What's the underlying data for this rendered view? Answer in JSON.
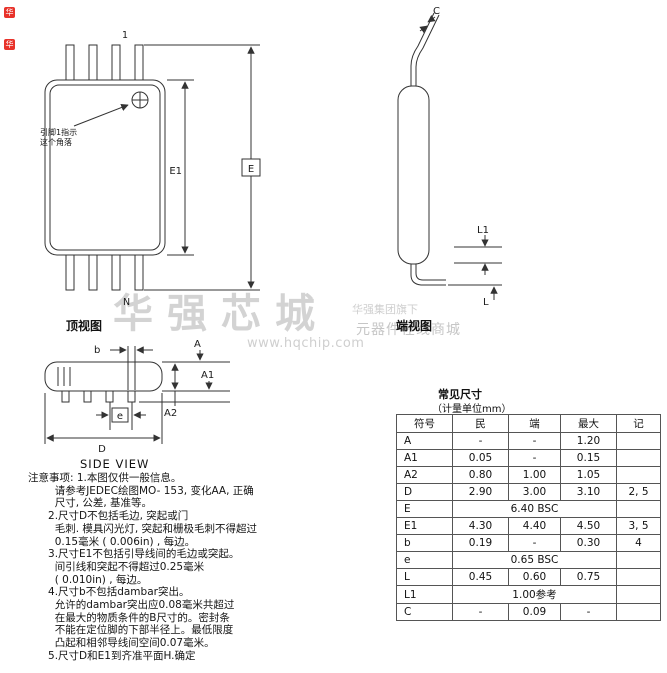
{
  "brand": {
    "logo_char": "华",
    "watermark_title": "华强芯城",
    "watermark_url": "www.hqchip.com",
    "watermark_right_top": "华强集团旗下",
    "watermark_right_bottom": "元器件在线商城",
    "accent_red": "#e8322a",
    "watermark_gray": "#c9c9c9"
  },
  "top_view": {
    "caption": "顶视图",
    "pin_first": "1",
    "pin_last": "N",
    "dim_E1": "E1",
    "dim_E": "E",
    "pin1_note_line1": "引脚1指示",
    "pin1_note_line2": "这个角落"
  },
  "end_view": {
    "caption": "端视图",
    "dim_C": "C",
    "dim_L1": "L1",
    "dim_L": "L"
  },
  "side_view": {
    "caption": "SIDE VIEW",
    "dim_b": "b",
    "dim_A": "A",
    "dim_A1": "A1",
    "dim_A2": "A2",
    "dim_e": "e",
    "dim_D": "D"
  },
  "table": {
    "title": "常见尺寸",
    "subtitle": "（计量单位mm）",
    "headers": [
      "符号",
      "民",
      "端",
      "最大",
      "记"
    ],
    "rows": [
      {
        "symbol": "A",
        "min": "-",
        "typ": "-",
        "max": "1.20",
        "note": ""
      },
      {
        "symbol": "A1",
        "min": "0.05",
        "typ": "-",
        "max": "0.15",
        "note": ""
      },
      {
        "symbol": "A2",
        "min": "0.80",
        "typ": "1.00",
        "max": "1.05",
        "note": ""
      },
      {
        "symbol": "D",
        "min": "2.90",
        "typ": "3.00",
        "max": "3.10",
        "note": "2, 5"
      },
      {
        "symbol": "E",
        "span": "6.40 BSC",
        "note": ""
      },
      {
        "symbol": "E1",
        "min": "4.30",
        "typ": "4.40",
        "max": "4.50",
        "note": "3, 5"
      },
      {
        "symbol": "b",
        "min": "0.19",
        "typ": "-",
        "max": "0.30",
        "note": "4"
      },
      {
        "symbol": "e",
        "span": "0.65 BSC",
        "note": ""
      },
      {
        "symbol": "L",
        "min": "0.45",
        "typ": "0.60",
        "max": "0.75",
        "note": ""
      },
      {
        "symbol": "L1",
        "span": "1.00参考",
        "note": ""
      },
      {
        "symbol": "C",
        "min": "-",
        "typ": "0.09",
        "max": "-",
        "note": ""
      }
    ]
  },
  "notes": {
    "lines": [
      "注意事项: 1.本图仅供一般信息。",
      "        请参考JEDEC绘图MO- 153, 变化AA, 正确",
      "        尺寸, 公差, 基准等。",
      "      2.尺寸D不包括毛边, 突起或门",
      "        毛刺. 模具闪光灯, 突起和栅极毛刺不得超过",
      "        0.15毫米 ( 0.006in) , 每边。",
      "      3.尺寸E1不包括引导线间的毛边或突起。",
      "        间引线和突起不得超过0.25毫米",
      "        ( 0.010in) , 每边。",
      "      4.尺寸b不包括dambar突出。",
      "        允许的dambar突出应0.08毫米共超过",
      "        在最大的物质条件的B尺寸的。密封条",
      "        不能在定位脚的下部半径上。最低限度",
      "        凸起和相邻导线间空间0.07毫米。",
      "      5.尺寸D和E1到齐准平面H.确定"
    ]
  }
}
